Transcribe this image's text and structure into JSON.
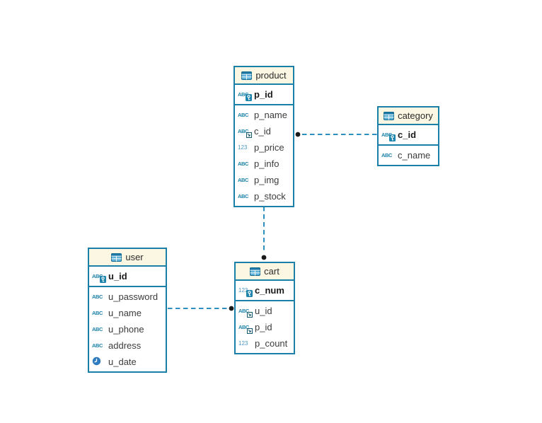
{
  "colors": {
    "border": "#1A80A8",
    "header_bg": "#FBF7E2",
    "relation": "#2D8EC0",
    "dot": "#1A1A1A",
    "icon_text": "#1E84AC",
    "icon_num": "#4796C4",
    "text": "#3C3C3C",
    "key_text": "#1B1B1B",
    "background": "#FFFFFF"
  },
  "tables": [
    {
      "title": "product",
      "keys": [
        {
          "name": "p_id",
          "type": "varchar",
          "badge": "primary-key"
        }
      ],
      "columns": [
        {
          "name": "p_name",
          "type": "varchar"
        },
        {
          "name": "c_id",
          "type": "varchar",
          "badge": "foreign-key"
        },
        {
          "name": "p_price",
          "type": "number"
        },
        {
          "name": "p_info",
          "type": "varchar"
        },
        {
          "name": "p_img",
          "type": "varchar"
        },
        {
          "name": "p_stock",
          "type": "varchar"
        }
      ]
    },
    {
      "title": "category",
      "keys": [
        {
          "name": "c_id",
          "type": "varchar",
          "badge": "primary-key"
        }
      ],
      "columns": [
        {
          "name": "c_name",
          "type": "varchar"
        }
      ]
    },
    {
      "title": "user",
      "keys": [
        {
          "name": "u_id",
          "type": "varchar",
          "badge": "primary-key"
        }
      ],
      "columns": [
        {
          "name": "u_password",
          "type": "varchar"
        },
        {
          "name": "u_name",
          "type": "varchar"
        },
        {
          "name": "u_phone",
          "type": "varchar"
        },
        {
          "name": "address",
          "type": "varchar"
        },
        {
          "name": "u_date",
          "type": "datetime"
        }
      ]
    },
    {
      "title": "cart",
      "keys": [
        {
          "name": "c_num",
          "type": "number",
          "badge": "primary-key"
        }
      ],
      "columns": [
        {
          "name": "u_id",
          "type": "varchar",
          "badge": "foreign-key"
        },
        {
          "name": "p_id",
          "type": "varchar",
          "badge": "foreign-key"
        },
        {
          "name": "p_count",
          "type": "number"
        }
      ]
    }
  ],
  "relations": [
    {
      "from_table": "product",
      "from_column": "c_id",
      "to_table": "category",
      "to_column": "c_id",
      "style": "dashed"
    },
    {
      "from_table": "cart",
      "from_column": "p_id",
      "to_table": "product",
      "to_column": "p_id",
      "style": "dashed"
    },
    {
      "from_table": "cart",
      "from_column": "u_id",
      "to_table": "user",
      "to_column": "u_id",
      "style": "dashed"
    }
  ]
}
